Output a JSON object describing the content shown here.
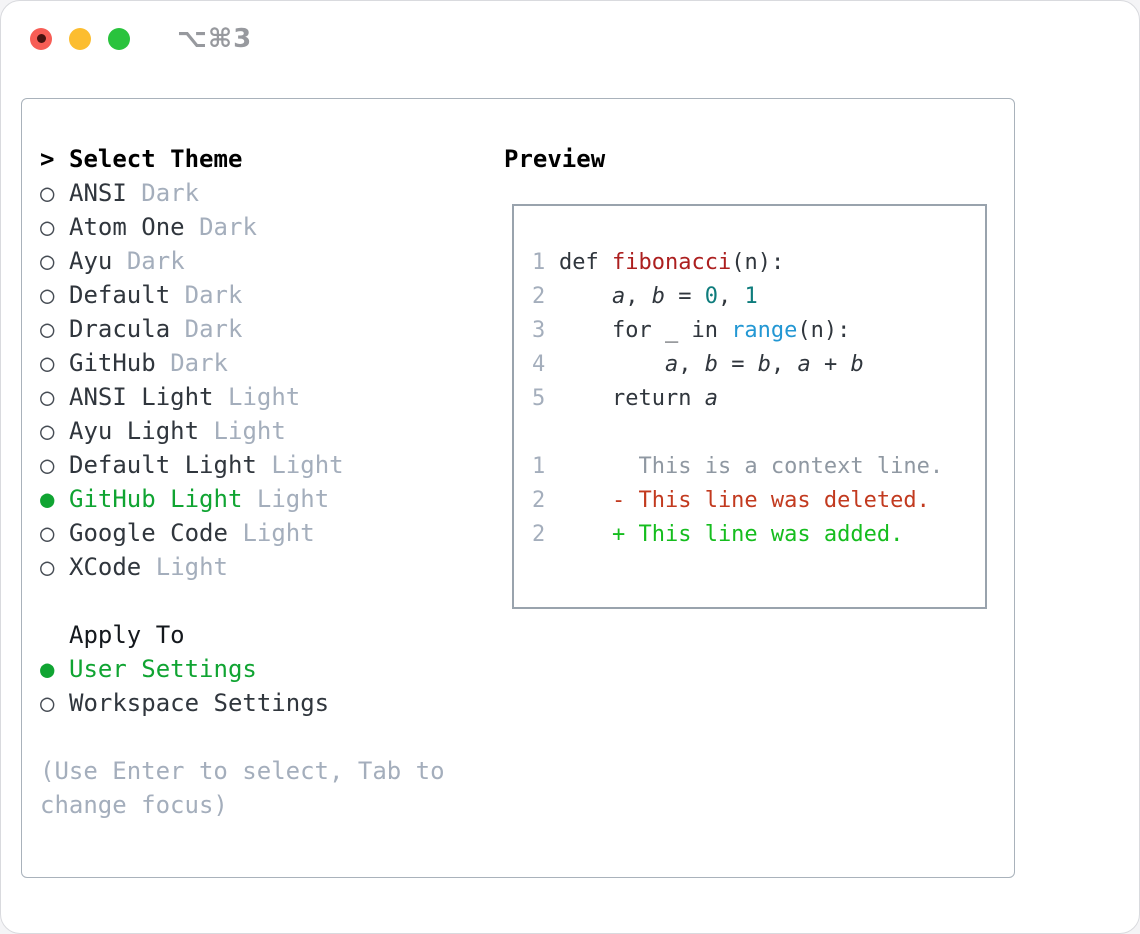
{
  "window": {
    "title": "⌥⌘3",
    "traffic_lights": [
      "close",
      "minimize",
      "zoom"
    ]
  },
  "theme_picker": {
    "header_prefix": ">",
    "header": "Select Theme",
    "markers": {
      "selected": "●",
      "unselected": "○"
    },
    "items": [
      {
        "marker": "○",
        "name": "ANSI",
        "tag": "Dark",
        "selected": false
      },
      {
        "marker": "○",
        "name": "Atom One",
        "tag": "Dark",
        "selected": false
      },
      {
        "marker": "○",
        "name": "Ayu",
        "tag": "Dark",
        "selected": false
      },
      {
        "marker": "○",
        "name": "Default",
        "tag": "Dark",
        "selected": false
      },
      {
        "marker": "○",
        "name": "Dracula",
        "tag": "Dark",
        "selected": false
      },
      {
        "marker": "○",
        "name": "GitHub",
        "tag": "Dark",
        "selected": false
      },
      {
        "marker": "○",
        "name": "ANSI Light",
        "tag": "Light",
        "selected": false
      },
      {
        "marker": "○",
        "name": "Ayu Light",
        "tag": "Light",
        "selected": false
      },
      {
        "marker": "○",
        "name": "Default Light",
        "tag": "Light",
        "selected": false
      },
      {
        "marker": "●",
        "name": "GitHub Light",
        "tag": "Light",
        "selected": true
      },
      {
        "marker": "○",
        "name": "Google Code",
        "tag": "Light",
        "selected": false
      },
      {
        "marker": "○",
        "name": "XCode",
        "tag": "Light",
        "selected": false
      }
    ]
  },
  "apply_to": {
    "header": "Apply To",
    "items": [
      {
        "marker": "●",
        "name": "User Settings",
        "selected": true
      },
      {
        "marker": "○",
        "name": "Workspace Settings",
        "selected": false
      }
    ]
  },
  "hint": "(Use Enter to select, Tab to change focus)",
  "preview": {
    "header": "Preview",
    "code_lines": [
      {
        "num": "1",
        "segs": [
          {
            "t": "def ",
            "c": "c"
          },
          {
            "t": "fibonacci",
            "c": "fn"
          },
          {
            "t": "(n):",
            "c": "c"
          }
        ]
      },
      {
        "num": "2",
        "segs": [
          {
            "t": "    ",
            "c": "c"
          },
          {
            "t": "a",
            "c": "v"
          },
          {
            "t": ", ",
            "c": "c"
          },
          {
            "t": "b",
            "c": "v"
          },
          {
            "t": " = ",
            "c": "c"
          },
          {
            "t": "0",
            "c": "nm"
          },
          {
            "t": ", ",
            "c": "c"
          },
          {
            "t": "1",
            "c": "nm"
          }
        ]
      },
      {
        "num": "3",
        "segs": [
          {
            "t": "    for _ in ",
            "c": "c"
          },
          {
            "t": "range",
            "c": "call"
          },
          {
            "t": "(n):",
            "c": "c"
          }
        ]
      },
      {
        "num": "4",
        "segs": [
          {
            "t": "        ",
            "c": "c"
          },
          {
            "t": "a",
            "c": "v"
          },
          {
            "t": ", ",
            "c": "c"
          },
          {
            "t": "b",
            "c": "v"
          },
          {
            "t": " = ",
            "c": "c"
          },
          {
            "t": "b",
            "c": "v"
          },
          {
            "t": ", ",
            "c": "c"
          },
          {
            "t": "a",
            "c": "v"
          },
          {
            "t": " + ",
            "c": "c"
          },
          {
            "t": "b",
            "c": "v"
          }
        ]
      },
      {
        "num": "5",
        "segs": [
          {
            "t": "    return ",
            "c": "c"
          },
          {
            "t": "a",
            "c": "v"
          }
        ]
      }
    ],
    "diff_lines": [
      {
        "num": "1",
        "text": "      This is a context line.",
        "kind": "context"
      },
      {
        "num": "2",
        "text": "    - This line was deleted.",
        "kind": "deleted"
      },
      {
        "num": "2",
        "text": "    + This line was added.",
        "kind": "added"
      }
    ]
  },
  "colors": {
    "selected_green": "#10a432",
    "added_green": "#15bd1e",
    "deleted_red": "#c23a1f",
    "function_red": "#ac1f1f",
    "number_teal": "#0e7c7c",
    "builtin_blue": "#2397d3",
    "muted_gray": "#a4aebc",
    "context_gray": "#8f98a2",
    "text_dark": "#30363d",
    "traffic_red": "#f75d55",
    "traffic_yellow": "#fcbd2f",
    "traffic_green": "#29c33d"
  }
}
